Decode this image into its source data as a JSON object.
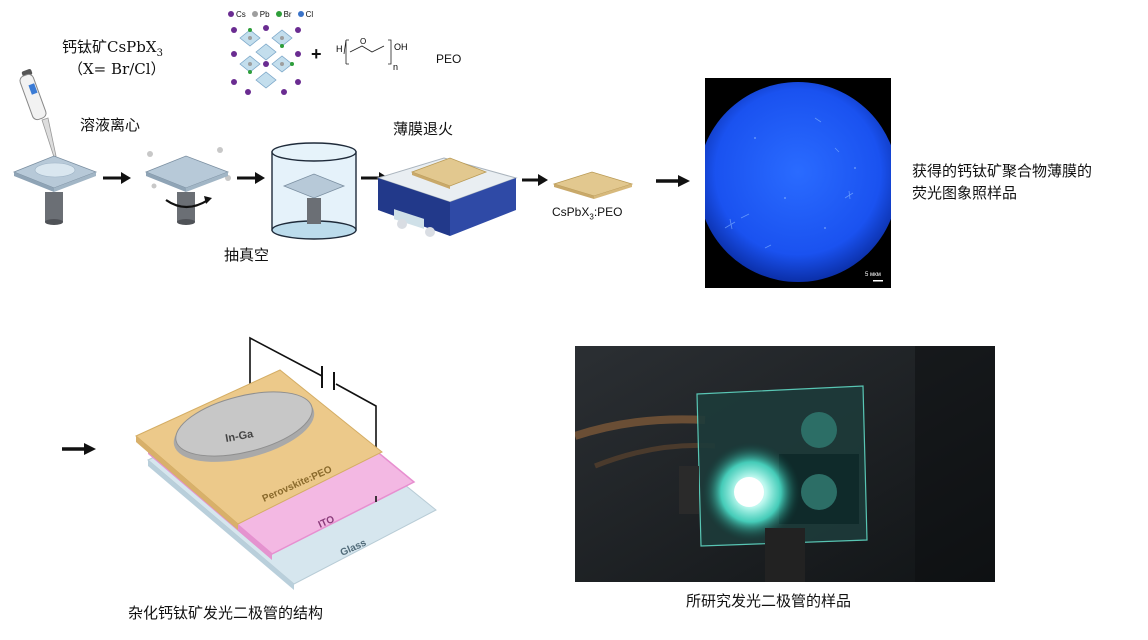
{
  "step_labels": {
    "perovskite_name": "钙钛矿CsPbX",
    "perovskite_sub": "3",
    "halide_note": "（X= Br/Cl）",
    "centrifuge": "溶液离心",
    "annealing": "薄膜退火",
    "vacuum": "抽真空",
    "film_product": "CsPbX",
    "film_product_sub": "3",
    "film_product_suffix": ":PEO"
  },
  "legend_atoms": [
    {
      "label": "Cs",
      "color": "#6a2c91"
    },
    {
      "label": "Pb",
      "color": "#9e9e9e"
    },
    {
      "label": "Br",
      "color": "#2e9e3a"
    },
    {
      "label": "Cl",
      "color": "#3a73c8"
    }
  ],
  "formula": {
    "plus": "+",
    "h": "H",
    "o": "O",
    "oh": "OH",
    "n": "n",
    "peo": "PEO"
  },
  "micrograph": {
    "caption_line1": "获得的钙钛矿聚合物薄膜的",
    "caption_line2": "荧光图象照样品",
    "scale_label": "5 мкм"
  },
  "device": {
    "layer_in_ga": "In-Ga",
    "layer_perovskite": "Perovskite:PEO",
    "layer_ito": "ITO",
    "layer_glass": "Glass",
    "caption": "杂化钙钛矿发光二极管的结构"
  },
  "photo": {
    "caption": "所研究发光二极管的样品"
  },
  "colors": {
    "fluorescence": "#1f5fff",
    "perovskite_layer": "#e8c27a",
    "ito_layer": "#ec8fd0",
    "glass_layer": "#c9dde6",
    "led_glow": "#4ff0d8"
  }
}
